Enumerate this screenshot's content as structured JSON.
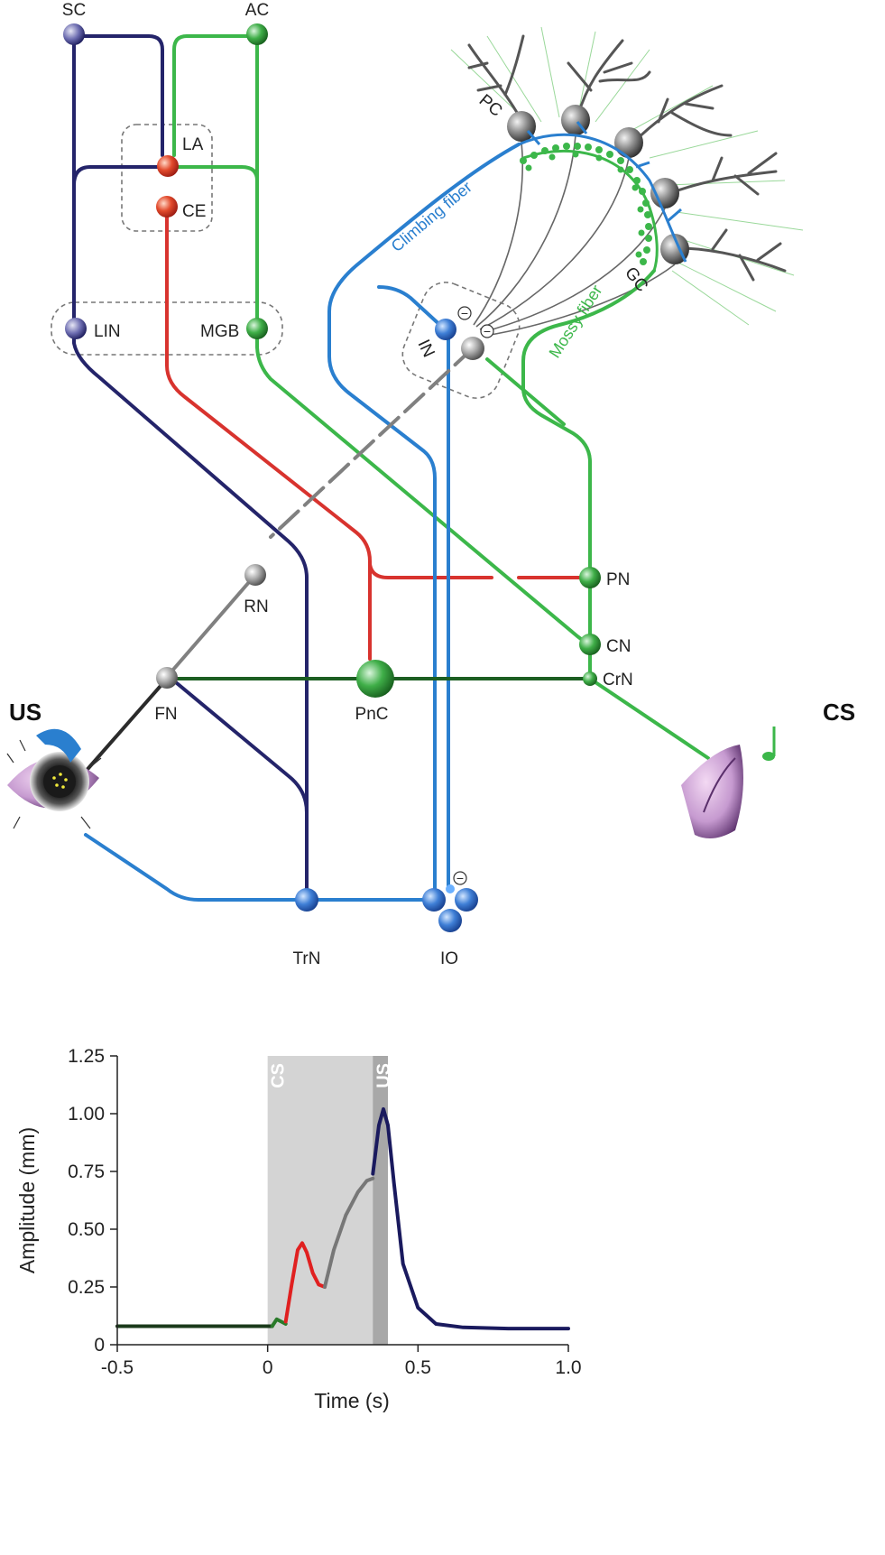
{
  "circuit": {
    "nodes": {
      "sc": "SC",
      "ac": "AC",
      "la": "LA",
      "ce": "CE",
      "lin": "LIN",
      "mgb": "MGB",
      "in": "IN",
      "pc": "PC",
      "gc": "GC",
      "pn": "PN",
      "cn": "CN",
      "crn": "CrN",
      "rn": "RN",
      "fn": "FN",
      "pnc": "PnC",
      "trn": "TrN",
      "io": "IO"
    },
    "fibers": {
      "climbing": "Climbing fiber",
      "mossy": "Mossy fiber"
    },
    "stimuli": {
      "us": "US",
      "cs": "CS"
    },
    "inhibitory_symbol": "−",
    "colors": {
      "navy": "#24246a",
      "green": "#3cb74a",
      "dark_green": "#1c5e22",
      "red": "#d8332e",
      "blue": "#2a7fcf",
      "gray": "#8a8a8a",
      "black": "#2b2b2b"
    }
  },
  "chart_data": {
    "type": "line",
    "xlabel": "Time (s)",
    "ylabel": "Amplitude (mm)",
    "xlim": [
      -0.5,
      1.0
    ],
    "ylim": [
      0,
      1.25
    ],
    "xticks": [
      "-0.5",
      "0",
      "0.5",
      "1.0"
    ],
    "yticks": [
      "0",
      "0.25",
      "0.50",
      "0.75",
      "1.00",
      "1.25"
    ],
    "shaded_regions": [
      {
        "label": "CS",
        "start": 0.0,
        "end": 0.4
      },
      {
        "label": "US",
        "start": 0.35,
        "end": 0.4
      }
    ],
    "series": [
      {
        "color": "#1a3a1a",
        "x": [
          -0.5,
          -0.3,
          -0.1,
          0.0,
          0.015
        ],
        "y": [
          0.08,
          0.08,
          0.08,
          0.08,
          0.08
        ]
      },
      {
        "color": "#2a7a2a",
        "x": [
          0.015,
          0.03,
          0.045,
          0.06
        ],
        "y": [
          0.08,
          0.11,
          0.1,
          0.09
        ]
      },
      {
        "color": "#e02020",
        "x": [
          0.06,
          0.08,
          0.1,
          0.115,
          0.13,
          0.15,
          0.17,
          0.19
        ],
        "y": [
          0.1,
          0.26,
          0.41,
          0.44,
          0.4,
          0.31,
          0.26,
          0.25
        ]
      },
      {
        "color": "#777777",
        "x": [
          0.19,
          0.22,
          0.26,
          0.3,
          0.33,
          0.35
        ],
        "y": [
          0.25,
          0.41,
          0.56,
          0.66,
          0.71,
          0.72
        ]
      },
      {
        "color": "#1a1a5e",
        "x": [
          0.35,
          0.37,
          0.385,
          0.4,
          0.42,
          0.45,
          0.5,
          0.56,
          0.65,
          0.8,
          1.0
        ],
        "y": [
          0.74,
          0.95,
          1.02,
          0.95,
          0.7,
          0.35,
          0.16,
          0.09,
          0.075,
          0.07,
          0.07
        ]
      }
    ]
  }
}
